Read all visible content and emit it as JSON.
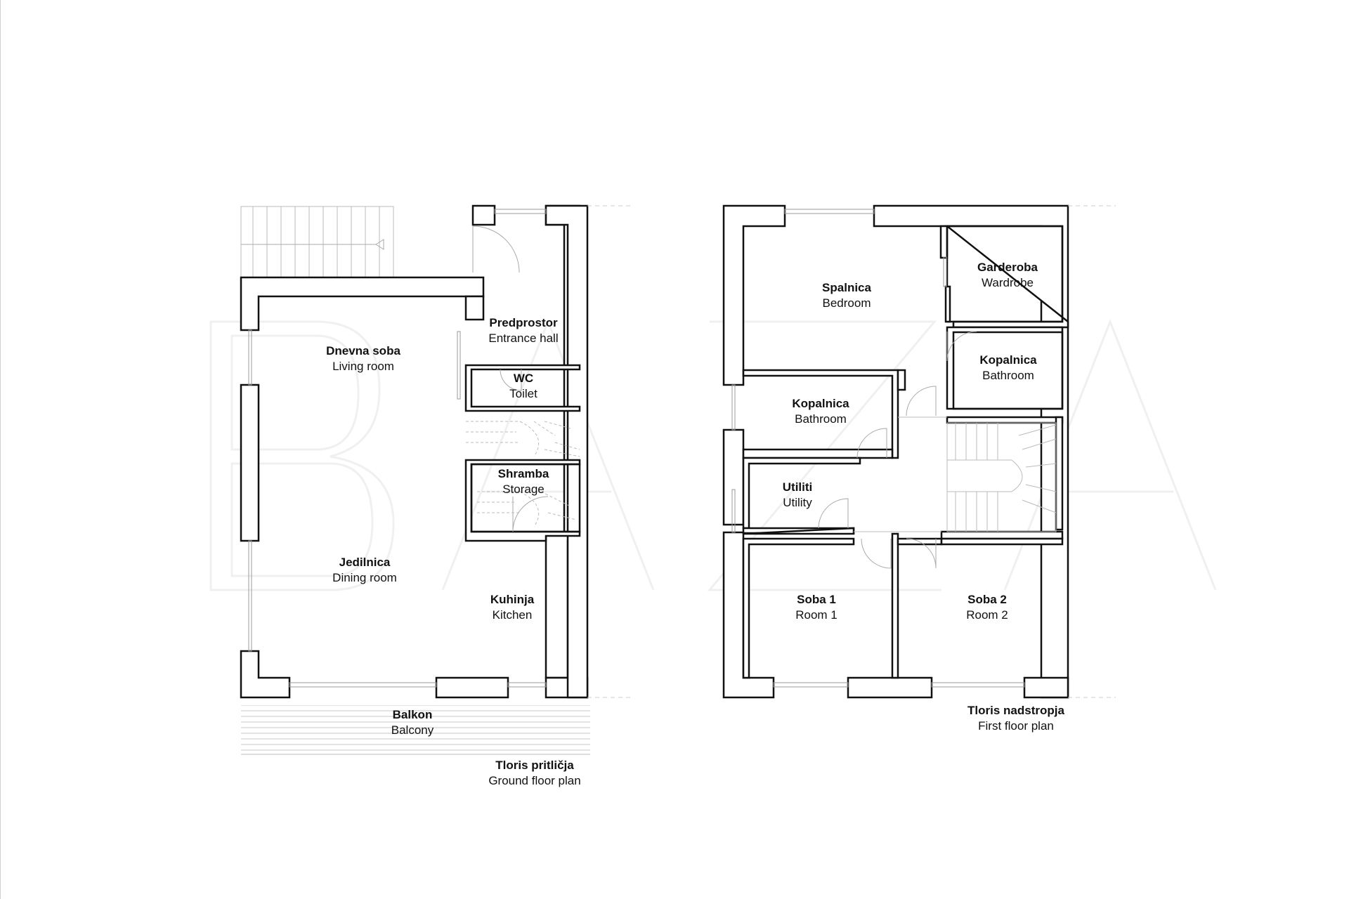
{
  "watermark": {
    "text": "BAZA"
  },
  "ground_floor": {
    "plan_title": {
      "native": "Tloris pritličja",
      "english": "Ground floor plan"
    },
    "rooms": [
      {
        "key": "living",
        "native": "Dnevna soba",
        "english": "Living room"
      },
      {
        "key": "entrance",
        "native": "Predprostor",
        "english": "Entrance hall"
      },
      {
        "key": "wc",
        "native": "WC",
        "english": "Toilet"
      },
      {
        "key": "storage",
        "native": "Shramba",
        "english": "Storage"
      },
      {
        "key": "dining",
        "native": "Jedilnica",
        "english": "Dining room"
      },
      {
        "key": "kitchen",
        "native": "Kuhinja",
        "english": "Kitchen"
      },
      {
        "key": "balcony",
        "native": "Balkon",
        "english": "Balcony"
      }
    ]
  },
  "first_floor": {
    "plan_title": {
      "native": "Tloris nadstropja",
      "english": "First floor plan"
    },
    "rooms": [
      {
        "key": "bedroom",
        "native": "Spalnica",
        "english": "Bedroom"
      },
      {
        "key": "wardrobe",
        "native": "Garderoba",
        "english": "Wardrobe"
      },
      {
        "key": "bathroom-east",
        "native": "Kopalnica",
        "english": "Bathroom"
      },
      {
        "key": "bathroom-west",
        "native": "Kopalnica",
        "english": "Bathroom"
      },
      {
        "key": "utility",
        "native": "Utiliti",
        "english": "Utility"
      },
      {
        "key": "room1",
        "native": "Soba 1",
        "english": "Room 1"
      },
      {
        "key": "room2",
        "native": "Soba 2",
        "english": "Room 2"
      }
    ]
  }
}
